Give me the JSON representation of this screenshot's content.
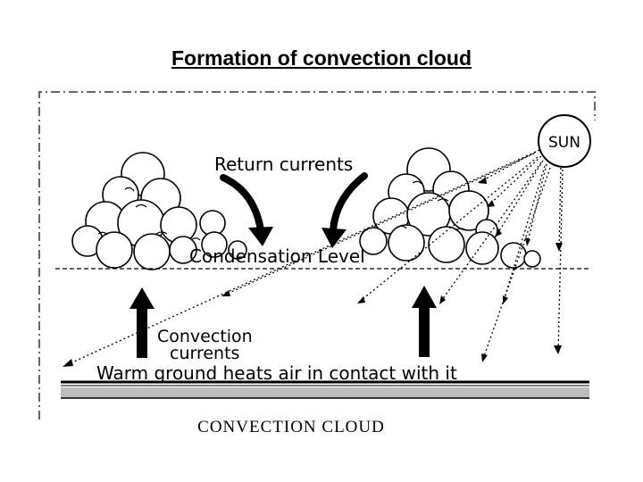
{
  "slide_title": "Formation of convection cloud",
  "diagram": {
    "sun_label": "SUN",
    "return_currents_label": "Return currents",
    "condensation_level_label": "Condensation Level",
    "convection_currents_line1": "Convection",
    "convection_currents_line2": "currents",
    "ground_label": "Warm ground heats air in contact with it",
    "caption": "CONVECTION CLOUD",
    "icons": [
      "sun-icon",
      "cloud-icon",
      "arrow-up-icon",
      "arrow-down-icon"
    ]
  }
}
